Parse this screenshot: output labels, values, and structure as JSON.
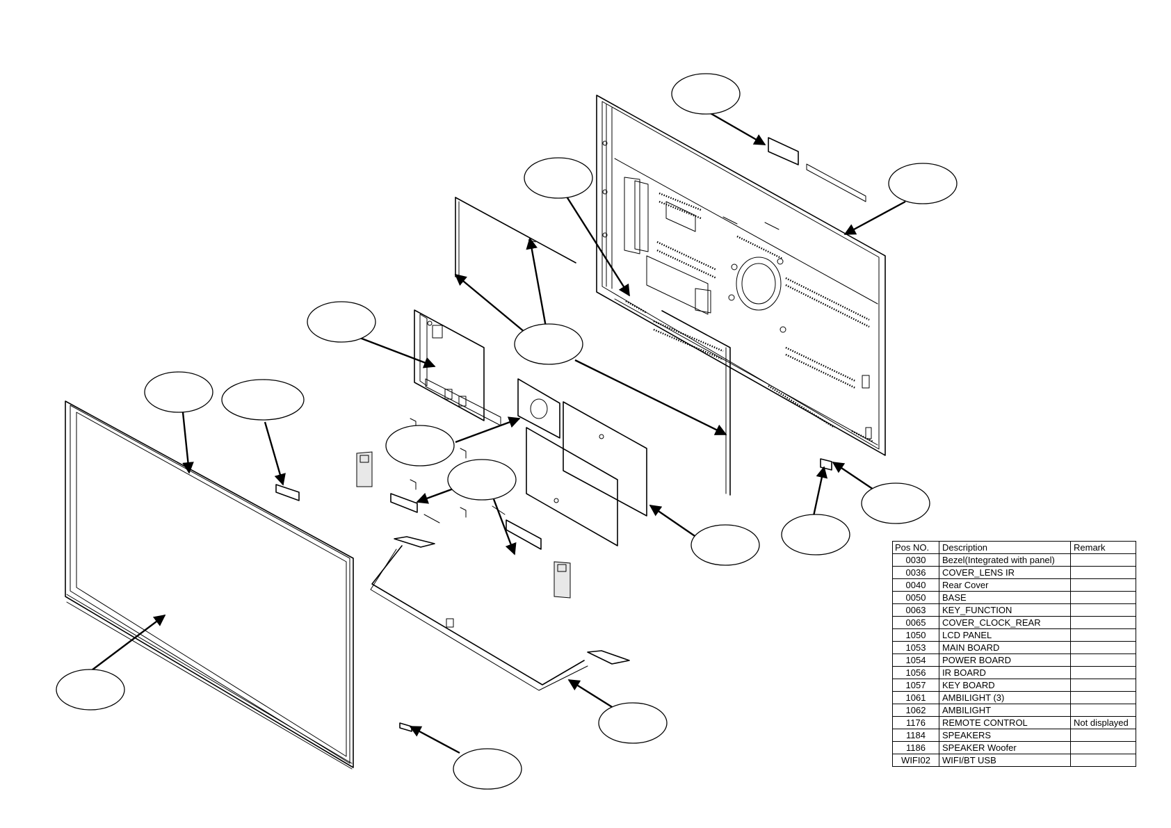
{
  "table": {
    "headers": {
      "pos": "Pos NO.",
      "description": "Description",
      "remark": "Remark"
    },
    "rows": [
      {
        "pos": "0030",
        "description": "Bezel(Integrated with panel)",
        "remark": ""
      },
      {
        "pos": "0036",
        "description": "COVER_LENS IR",
        "remark": ""
      },
      {
        "pos": "0040",
        "description": "Rear Cover",
        "remark": ""
      },
      {
        "pos": "0050",
        "description": "BASE",
        "remark": ""
      },
      {
        "pos": "0063",
        "description": "KEY_FUNCTION",
        "remark": ""
      },
      {
        "pos": "0065",
        "description": "COVER_CLOCK_REAR",
        "remark": ""
      },
      {
        "pos": "1050",
        "description": "LCD PANEL",
        "remark": ""
      },
      {
        "pos": "1053",
        "description": "MAIN BOARD",
        "remark": ""
      },
      {
        "pos": "1054",
        "description": "POWER BOARD",
        "remark": ""
      },
      {
        "pos": "1056",
        "description": "IR BOARD",
        "remark": ""
      },
      {
        "pos": "1057",
        "description": "KEY BOARD",
        "remark": ""
      },
      {
        "pos": "1061",
        "description": "AMBILIGHT (3)",
        "remark": ""
      },
      {
        "pos": "1062",
        "description": "AMBILIGHT",
        "remark": ""
      },
      {
        "pos": "1176",
        "description": "REMOTE CONTROL",
        "remark": "Not displayed"
      },
      {
        "pos": "1184",
        "description": "SPEAKERS",
        "remark": ""
      },
      {
        "pos": "1186",
        "description": "SPEAKER Woofer",
        "remark": ""
      },
      {
        "pos": "WIFI02",
        "description": "WIFI/BT USB",
        "remark": ""
      }
    ]
  }
}
